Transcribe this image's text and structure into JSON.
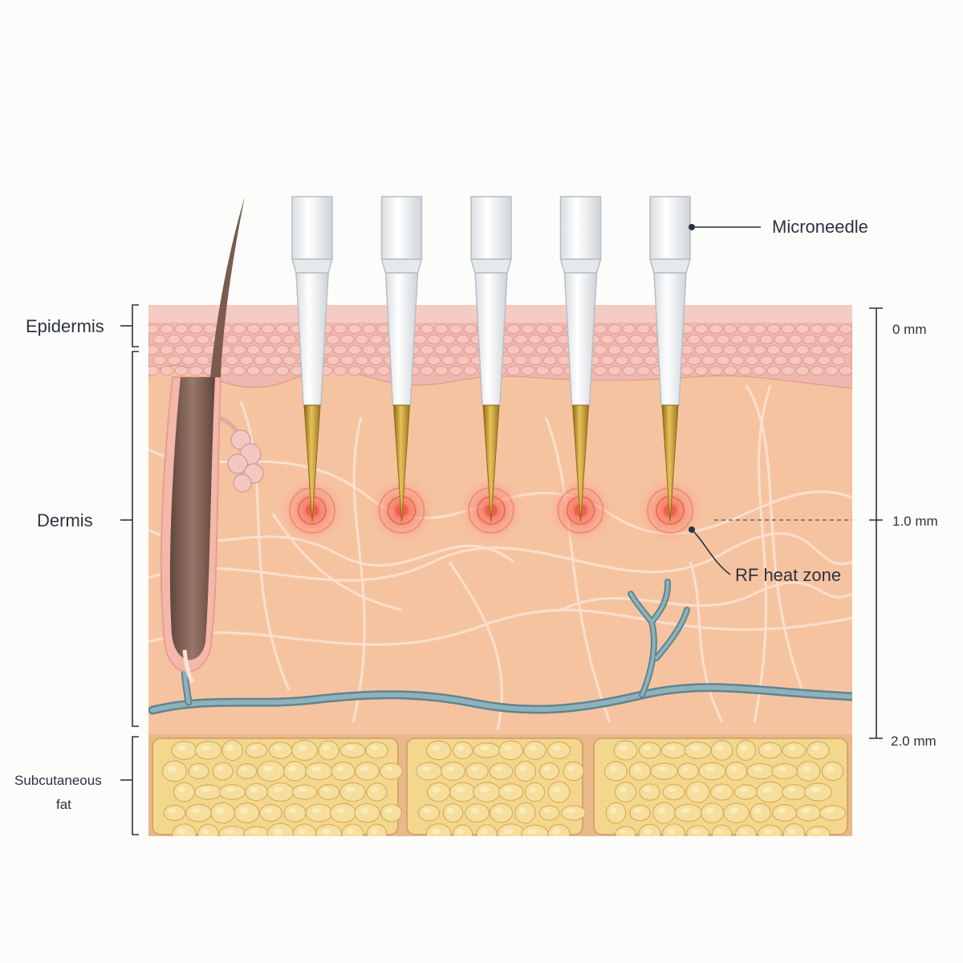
{
  "labels": {
    "microneedle": "Microneedle",
    "epidermis": "Epidermis",
    "dermis": "Dermis",
    "fat_line1": "Subcutaneous",
    "fat_line2": "fat",
    "heat_zone": "RF heat zone"
  },
  "depth_scale": {
    "ticks": [
      {
        "value": 0.0,
        "label": "0 mm"
      },
      {
        "value": 1.0,
        "label": "1.0 mm"
      },
      {
        "value": 2.0,
        "label": "2.0 mm"
      }
    ]
  },
  "colors": {
    "epidermis": "#efb7ae",
    "dermis": "#f6c3a1",
    "fat": "#f1d487",
    "needle_tip": "#c49a2c",
    "vessel": "#7fa1aa",
    "heat": "#f06f5c",
    "hair": "#7b5a4f"
  },
  "needles": {
    "count": 5
  }
}
